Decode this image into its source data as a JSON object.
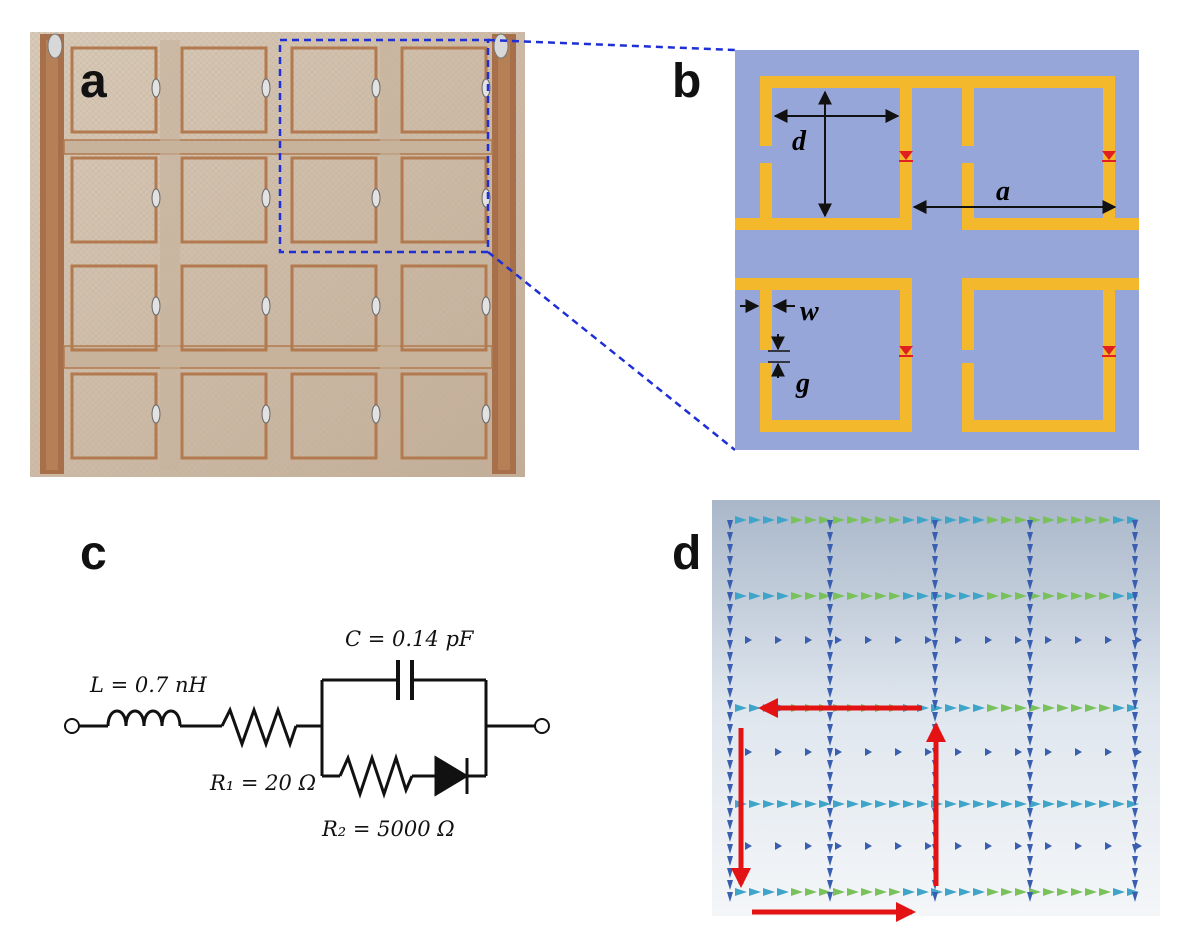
{
  "panels": {
    "a": {
      "label": "a"
    },
    "b": {
      "label": "b",
      "dims": {
        "d": "d",
        "a": "a",
        "w": "w",
        "g": "g"
      }
    },
    "c": {
      "label": "c",
      "components": {
        "L": "L = 0.7 nH",
        "C": "C = 0.14 pF",
        "R1": "R₁ = 20 Ω",
        "R2": "R₂ = 5000 Ω"
      }
    },
    "d": {
      "label": "d"
    }
  },
  "colors": {
    "substrate_photo": "#cbb9a6",
    "copper": "#b27a4e",
    "dashed_box": "#1f2fd6",
    "schematic_bg": "#97a6d8",
    "schematic_metal": "#f4b82c",
    "varactor": "#e02020",
    "sim_bg": "#c6d0dc",
    "arrow_red": "#e31313"
  }
}
